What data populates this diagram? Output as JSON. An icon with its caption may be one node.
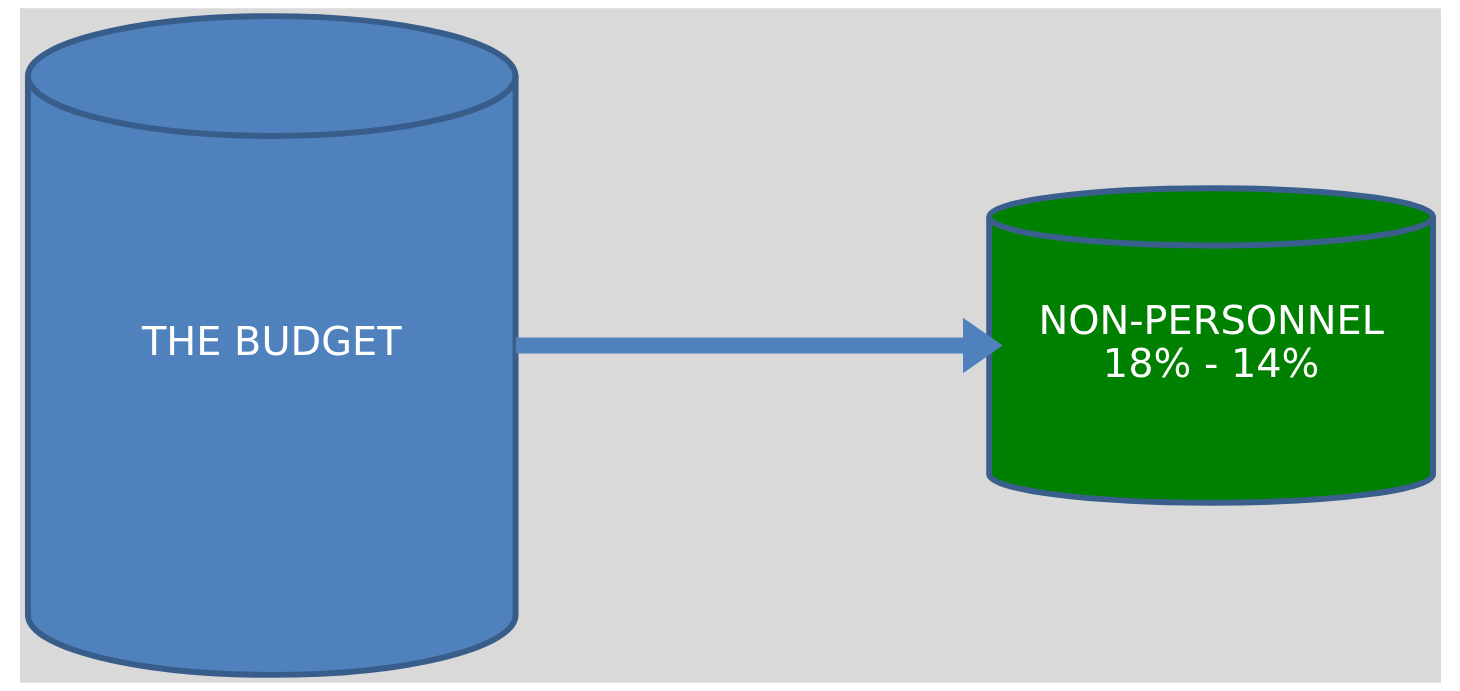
{
  "diagram": {
    "nodes": [
      {
        "text": [
          "THE BUDGET"
        ]
      },
      {
        "text": [
          "NON-PERSONNEL",
          "18% - 14%"
        ]
      }
    ],
    "edges": [
      {
        "from": 0,
        "to": 1,
        "arrow": "to"
      }
    ]
  }
}
